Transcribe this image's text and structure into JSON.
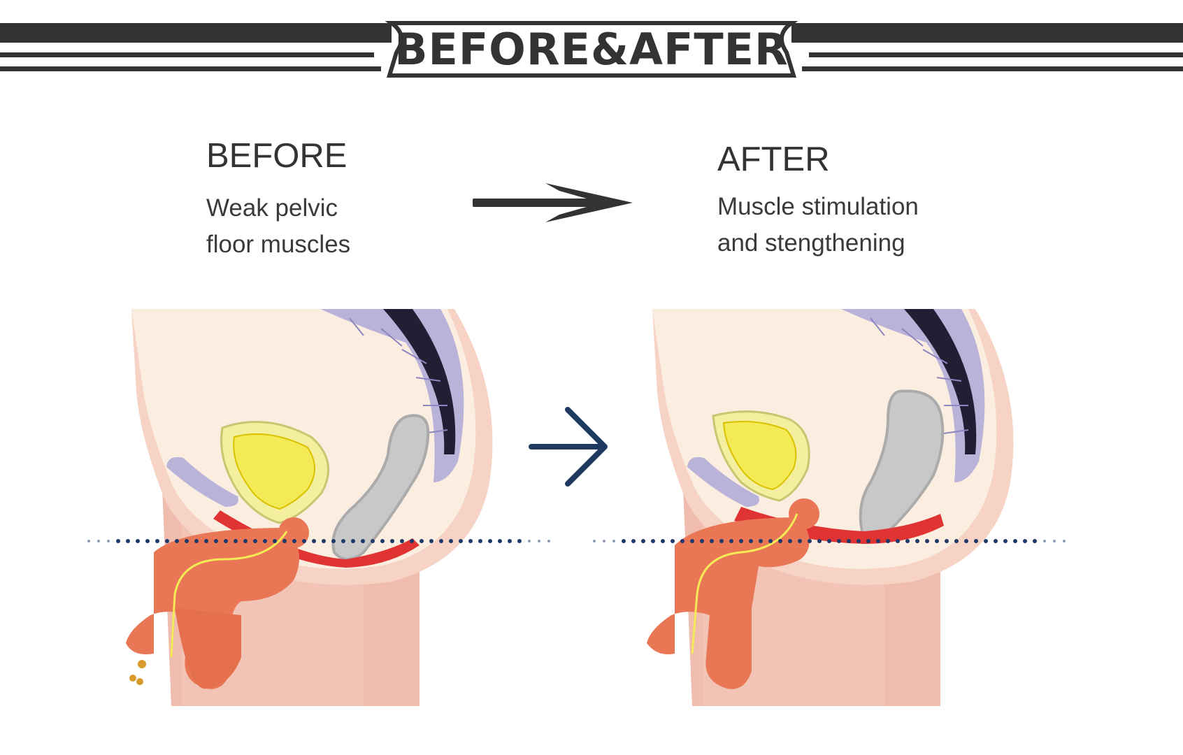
{
  "header": {
    "title": "BEFORE&AFTER"
  },
  "before": {
    "title": "BEFORE",
    "description_lines": [
      "Weak pelvic",
      "floor muscles"
    ]
  },
  "after": {
    "title": "AFTER",
    "description_lines": [
      "Muscle stimulation",
      "and stengthening"
    ]
  },
  "icons": {
    "header_arrow": "double-line-arrow-icon",
    "middle_arrow": "chevron-arrow-icon"
  },
  "colors": {
    "banner": "#333333",
    "skin": "#fbeee0",
    "skin_outer": "#efbcae",
    "spine": "#b9b3da",
    "spine_dark": "#221f35",
    "bladder": "#f3ef9e",
    "bladder_inner": "#f3ea55",
    "rectum": "#c8c8c8",
    "muscle": "#e03434",
    "organ": "#e97755",
    "dots": "#1f3a6a",
    "arrow_blue": "#1f3a60"
  }
}
